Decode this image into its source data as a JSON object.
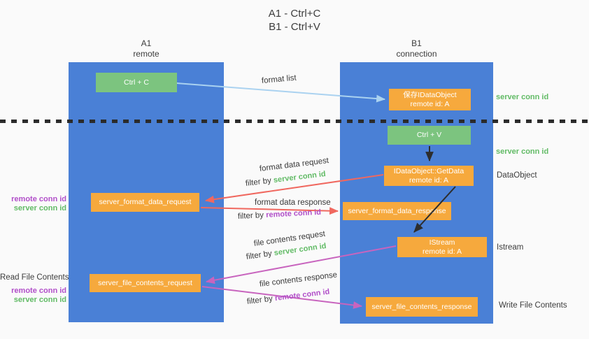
{
  "title": {
    "line1": "A1 - Ctrl+C",
    "line2": "B1 - Ctrl+V"
  },
  "lanes": {
    "left": {
      "name": "A1",
      "role": "remote"
    },
    "right": {
      "name": "B1",
      "role": "connection"
    }
  },
  "boxes": {
    "ctrl_c": "Ctrl + C",
    "ctrl_v": "Ctrl + V",
    "save_dataobject": {
      "line1": "保存IDataObject",
      "line2": "remote id: A"
    },
    "getdata": {
      "line1": "IDataObject::GetData",
      "line2": "remote id: A"
    },
    "istream": {
      "line1": "IStream",
      "line2": "remote id: A"
    },
    "format_data_request": "server_format_data_request",
    "format_data_response": "server_format_data_response",
    "file_contents_request": "server_file_contents_request",
    "file_contents_response": "server_file_contents_response"
  },
  "flow_labels": {
    "format_list": "format list",
    "format_data_request": "format data request",
    "format_data_response": "format data response",
    "file_contents_request": "file contents request",
    "file_contents_response": "file contents response",
    "filter_by": "filter by ",
    "server_conn_id": "server conn id",
    "remote_conn_id": "remote conn id"
  },
  "side_labels": {
    "server_conn_id": "server conn id",
    "remote_conn_id": "remote conn id",
    "dataobject": "DataObject",
    "istream": "Istream",
    "read_file_contents": "Read File Contents",
    "write_file_contents": "Write File Contents"
  },
  "colors": {
    "lane_blue": "#4a80d6",
    "box_green": "#7cc47f",
    "box_orange": "#f6a93d",
    "arrow_light_blue": "#aad2f0",
    "arrow_red": "#f0685f",
    "arrow_pink": "#c864be",
    "arrow_black": "#2d2d2d",
    "text_green": "#62bb66",
    "text_purple": "#b14fc9",
    "text_dark": "#3c3c3c"
  }
}
